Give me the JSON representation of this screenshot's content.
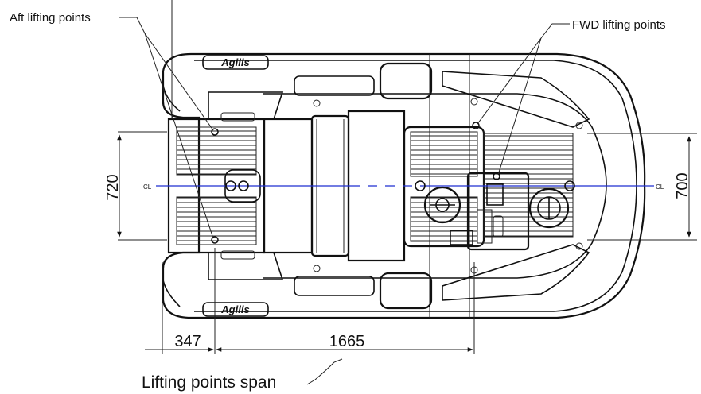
{
  "labels": {
    "aft_lifting_points": "Aft  lifting points",
    "fwd_lifting_points": "FWD lifting points",
    "lifting_points_span": "Lifting points span",
    "cl_left": "CL",
    "cl_right": "CL",
    "brand_top": "Agilis",
    "brand_bottom": "Agilis"
  },
  "dimensions": {
    "beam_aft": "720",
    "beam_fwd": "700",
    "aft_offset": "347",
    "span": "1665"
  },
  "colors": {
    "centerline": "#1f2fd1",
    "line": "#111111"
  },
  "icons": [
    "aft-lifting-point-icon",
    "fwd-lifting-point-icon",
    "steering-wheel-icon",
    "fuel-cap-icon",
    "deck-cleat-icon"
  ]
}
